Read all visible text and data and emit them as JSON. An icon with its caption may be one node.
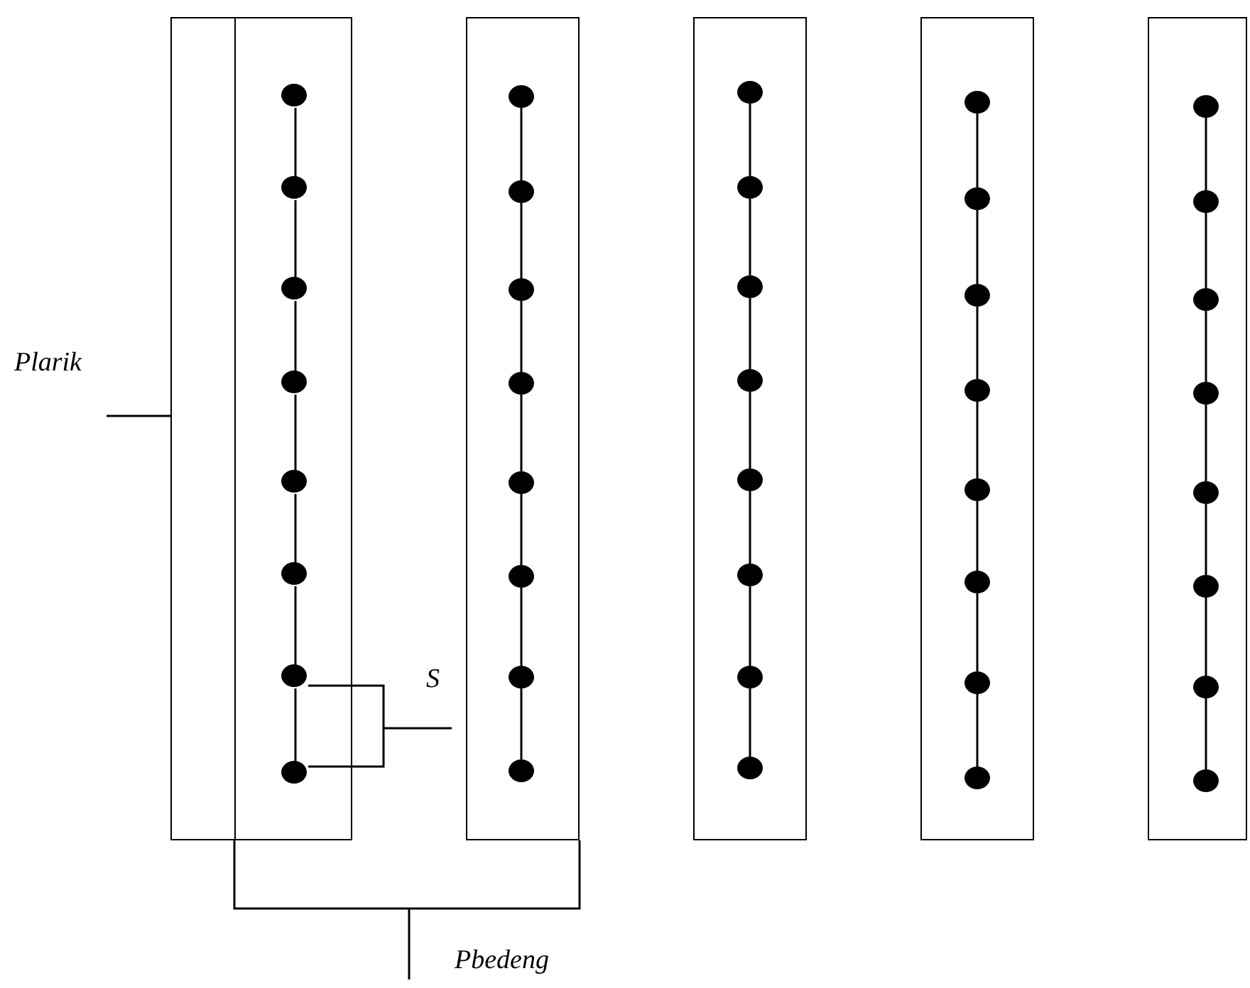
{
  "diagram": {
    "nodes": [
      {
        "text": [],
        "shape": "box"
      },
      {
        "text": [],
        "shape": "box",
        "in": 0
      },
      {
        "text": [],
        "shape": "circle",
        "in": 1
      },
      {
        "text": [],
        "shape": "circle",
        "in": 1
      },
      {
        "text": [],
        "shape": "circle",
        "in": 1
      },
      {
        "text": [],
        "shape": "circle",
        "in": 1
      },
      {
        "text": [],
        "shape": "circle",
        "in": 1
      },
      {
        "text": [],
        "shape": "circle",
        "in": 1
      },
      {
        "text": [],
        "shape": "circle",
        "in": 1
      },
      {
        "text": [],
        "shape": "circle",
        "in": 1
      },
      {
        "text": [],
        "shape": "box"
      },
      {
        "text": [],
        "shape": "circle",
        "in": 10
      },
      {
        "text": [],
        "shape": "circle",
        "in": 10
      },
      {
        "text": [],
        "shape": "circle",
        "in": 10
      },
      {
        "text": [],
        "shape": "circle",
        "in": 10
      },
      {
        "text": [],
        "shape": "circle",
        "in": 10
      },
      {
        "text": [],
        "shape": "circle",
        "in": 10
      },
      {
        "text": [],
        "shape": "circle",
        "in": 10
      },
      {
        "text": [],
        "shape": "circle",
        "in": 10
      },
      {
        "text": [],
        "shape": "box"
      },
      {
        "text": [],
        "shape": "circle",
        "in": 19
      },
      {
        "text": [],
        "shape": "circle",
        "in": 19
      },
      {
        "text": [],
        "shape": "circle",
        "in": 19
      },
      {
        "text": [],
        "shape": "circle",
        "in": 19
      },
      {
        "text": [],
        "shape": "circle",
        "in": 19
      },
      {
        "text": [],
        "shape": "circle",
        "in": 19
      },
      {
        "text": [],
        "shape": "circle",
        "in": 19
      },
      {
        "text": [],
        "shape": "circle",
        "in": 19
      },
      {
        "text": [],
        "shape": "box"
      },
      {
        "text": [],
        "shape": "circle",
        "in": 28
      },
      {
        "text": [],
        "shape": "circle",
        "in": 28
      },
      {
        "text": [],
        "shape": "circle",
        "in": 28
      },
      {
        "text": [],
        "shape": "circle",
        "in": 28
      },
      {
        "text": [],
        "shape": "circle",
        "in": 28
      },
      {
        "text": [],
        "shape": "circle",
        "in": 28
      },
      {
        "text": [],
        "shape": "circle",
        "in": 28
      },
      {
        "text": [],
        "shape": "circle",
        "in": 28
      },
      {
        "text": [],
        "shape": "box"
      },
      {
        "text": [],
        "shape": "circle",
        "in": 37
      },
      {
        "text": [],
        "shape": "circle",
        "in": 37
      },
      {
        "text": [],
        "shape": "circle",
        "in": 37
      },
      {
        "text": [],
        "shape": "circle",
        "in": 37
      },
      {
        "text": [],
        "shape": "circle",
        "in": 37
      },
      {
        "text": [],
        "shape": "circle",
        "in": 37
      },
      {
        "text": [],
        "shape": "circle",
        "in": 37
      },
      {
        "text": [],
        "shape": "circle",
        "in": 37
      }
    ],
    "edges": [
      {
        "from": 2,
        "to": 3,
        "arrow": "none"
      },
      {
        "from": 3,
        "to": 4,
        "arrow": "none"
      },
      {
        "from": 4,
        "to": 5,
        "arrow": "none"
      },
      {
        "from": 5,
        "to": 6,
        "arrow": "none"
      },
      {
        "from": 6,
        "to": 7,
        "arrow": "none"
      },
      {
        "from": 7,
        "to": 8,
        "arrow": "none"
      },
      {
        "from": 8,
        "to": 9,
        "arrow": "none"
      },
      {
        "from": 11,
        "to": 12,
        "arrow": "none"
      },
      {
        "from": 12,
        "to": 13,
        "arrow": "none"
      },
      {
        "from": 13,
        "to": 14,
        "arrow": "none"
      },
      {
        "from": 14,
        "to": 15,
        "arrow": "none"
      },
      {
        "from": 15,
        "to": 16,
        "arrow": "none"
      },
      {
        "from": 16,
        "to": 17,
        "arrow": "none"
      },
      {
        "from": 17,
        "to": 18,
        "arrow": "none"
      },
      {
        "from": 20,
        "to": 21,
        "arrow": "none"
      },
      {
        "from": 21,
        "to": 22,
        "arrow": "none"
      },
      {
        "from": 22,
        "to": 23,
        "arrow": "none"
      },
      {
        "from": 23,
        "to": 24,
        "arrow": "none"
      },
      {
        "from": 24,
        "to": 25,
        "arrow": "none"
      },
      {
        "from": 25,
        "to": 26,
        "arrow": "none"
      },
      {
        "from": 26,
        "to": 27,
        "arrow": "none"
      },
      {
        "from": 29,
        "to": 30,
        "arrow": "none"
      },
      {
        "from": 30,
        "to": 31,
        "arrow": "none"
      },
      {
        "from": 31,
        "to": 32,
        "arrow": "none"
      },
      {
        "from": 32,
        "to": 33,
        "arrow": "none"
      },
      {
        "from": 33,
        "to": 34,
        "arrow": "none"
      },
      {
        "from": 34,
        "to": 35,
        "arrow": "none"
      },
      {
        "from": 35,
        "to": 36,
        "arrow": "none"
      },
      {
        "from": 38,
        "to": 39,
        "arrow": "none"
      },
      {
        "from": 39,
        "to": 40,
        "arrow": "none"
      },
      {
        "from": 40,
        "to": 41,
        "arrow": "none"
      },
      {
        "from": 41,
        "to": 42,
        "arrow": "none"
      },
      {
        "from": 42,
        "to": 43,
        "arrow": "none"
      },
      {
        "from": 43,
        "to": 44,
        "arrow": "none"
      },
      {
        "from": 44,
        "to": 45,
        "arrow": "none"
      }
    ],
    "labels": [
      "Plarik",
      "S",
      "Pbedeng"
    ]
  }
}
